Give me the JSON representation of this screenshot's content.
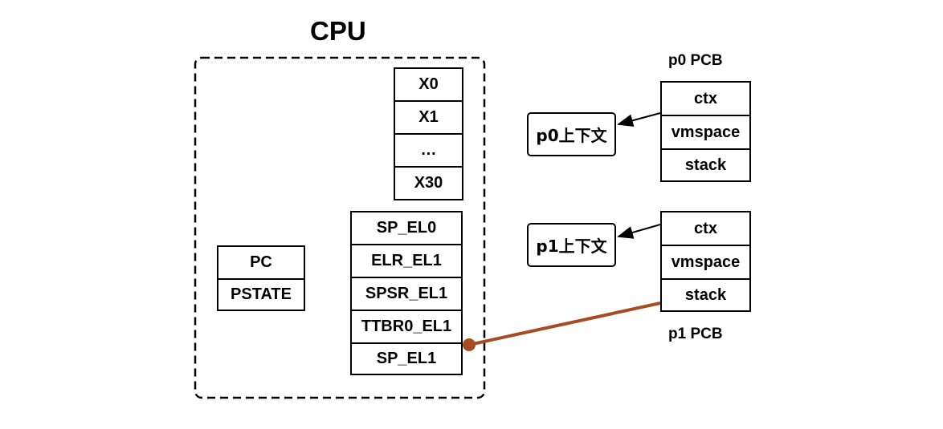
{
  "cpu": {
    "title": "CPU",
    "gp_registers": [
      "X0",
      "X1",
      "…",
      "X30"
    ],
    "system_registers": [
      "SP_EL0",
      "ELR_EL1",
      "SPSR_EL1",
      "TTBR0_EL1",
      "SP_EL1"
    ],
    "pc_registers": [
      "PC",
      "PSTATE"
    ]
  },
  "p0": {
    "label": "p0 PCB",
    "fields": [
      "ctx",
      "vmspace",
      "stack"
    ],
    "context": "p0上下文"
  },
  "p1": {
    "label": "p1 PCB",
    "fields": [
      "ctx",
      "vmspace",
      "stack"
    ],
    "context": "p1上下文"
  },
  "colors": {
    "connector": "#a64c22",
    "stroke": "#000000"
  }
}
